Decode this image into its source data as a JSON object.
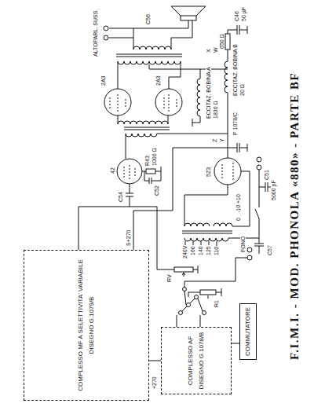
{
  "diagram": {
    "title": "F.I.M.I. - MOD. PHONOLA «880» - PARTE BF",
    "nodes": [
      {
        "text": [
          "COMPLESSO MF A SELETTIVITA' VARIABILE",
          "DISEGNO G.1079/B"
        ]
      },
      {
        "text": [
          "COMPLESSO AF",
          "DISEGNO G.1078/B"
        ]
      },
      {
        "text": [
          "COMMUTATORE"
        ]
      }
    ],
    "edges": [
      {
        "from": 0,
        "to": 1,
        "arrow": "none"
      },
      {
        "from": 1,
        "to": 2,
        "arrow": "none"
      }
    ],
    "labels": [
      "ALTOPARL. SUSS.",
      "2A3",
      "2A3",
      "42",
      "5Z3",
      "ECCITAZ. BOBINA A",
      "1830 Ω",
      "ECCITAZ. BOBINA B",
      "20 Ω",
      "P 1078/C",
      "650 Ω",
      "C46",
      "50 μF",
      "R43",
      "1000 Ω",
      "C52",
      "C54",
      "240V",
      "160",
      "140",
      "125",
      "110",
      "0",
      "-10",
      "+10",
      "C57",
      "5000 pF",
      "C51",
      "FONO",
      "RV",
      "R1",
      "S+270",
      "+270",
      "Z",
      "Y",
      "X",
      "W",
      "C56"
    ]
  }
}
